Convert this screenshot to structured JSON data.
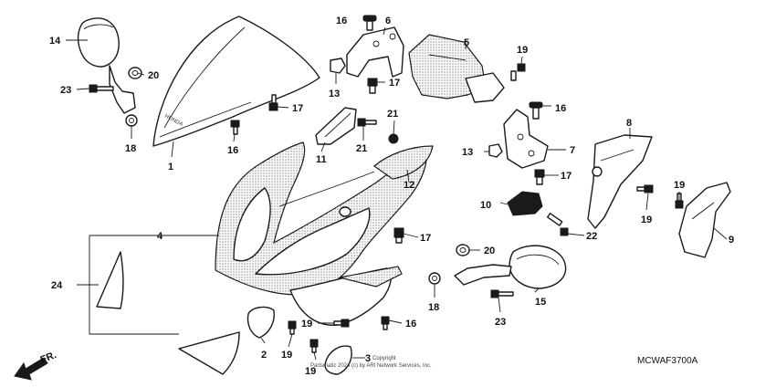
{
  "diagram_code": "MCWAF3700A",
  "front_marker": "FR.",
  "brand_on_screen": "HONDA",
  "copyright": {
    "line1": "Copyright",
    "line2": "Partsmatic 2024 (c) by ARI Network Services, Inc."
  },
  "callouts": {
    "c1": "1",
    "c2": "2",
    "c3": "3",
    "c4": "4",
    "c5": "5",
    "c6": "6",
    "c7": "7",
    "c8": "8",
    "c9": "9",
    "c10": "10",
    "c11": "11",
    "c12": "12",
    "c13a": "13",
    "c13b": "13",
    "c14": "14",
    "c15": "15",
    "c16a": "16",
    "c16b": "16",
    "c16c": "16",
    "c16d": "16",
    "c17a": "17",
    "c17b": "17",
    "c17c": "17",
    "c17d": "17",
    "c18a": "18",
    "c18b": "18",
    "c19a": "19",
    "c19b": "19",
    "c19c": "19",
    "c19d": "19",
    "c19e": "19",
    "c19f": "19",
    "c20a": "20",
    "c20b": "20",
    "c21a": "21",
    "c21b": "21",
    "c22": "22",
    "c23a": "23",
    "c23b": "23",
    "c24": "24"
  }
}
